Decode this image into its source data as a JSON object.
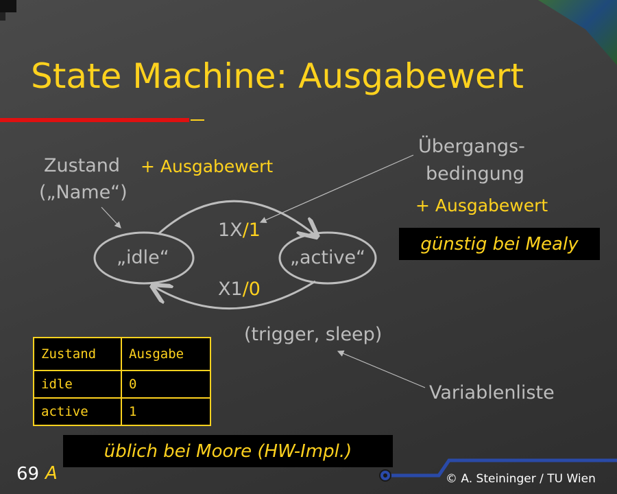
{
  "slide": {
    "title": "State Machine: Ausgabewert",
    "page_number": "69",
    "page_suffix": "A",
    "copyright": "© A. Steininger / TU Wien"
  },
  "labels": {
    "zustand": "Zustand",
    "name": "(„Name“)",
    "ausgabewert_left": "+ Ausgabewert",
    "uebergangs": "Übergangs-",
    "bedingung": "bedingung",
    "ausgabewert_right": "+ Ausgabewert",
    "guenstig": "günstig bei Mealy",
    "variablen_tuple": "(trigger, sleep)",
    "variablenliste": "Variablenliste",
    "ueblich": "üblich bei Moore (HW-Impl.)"
  },
  "states": {
    "idle": "„idle“",
    "active": "„active“"
  },
  "transitions": {
    "top": {
      "condition": "1X",
      "separator": "/",
      "output": "1"
    },
    "bottom": {
      "condition": "X1",
      "separator": "/",
      "output": "0"
    }
  },
  "table": {
    "headers": [
      "Zustand",
      "Ausgabe"
    ],
    "rows": [
      [
        "idle",
        "0"
      ],
      [
        "active",
        "1"
      ]
    ]
  },
  "colors": {
    "title": "#ffd21e",
    "label_gray": "#bdbdbd",
    "accent_red": "#e01010",
    "circuit_blue": "#2a4aa8"
  }
}
